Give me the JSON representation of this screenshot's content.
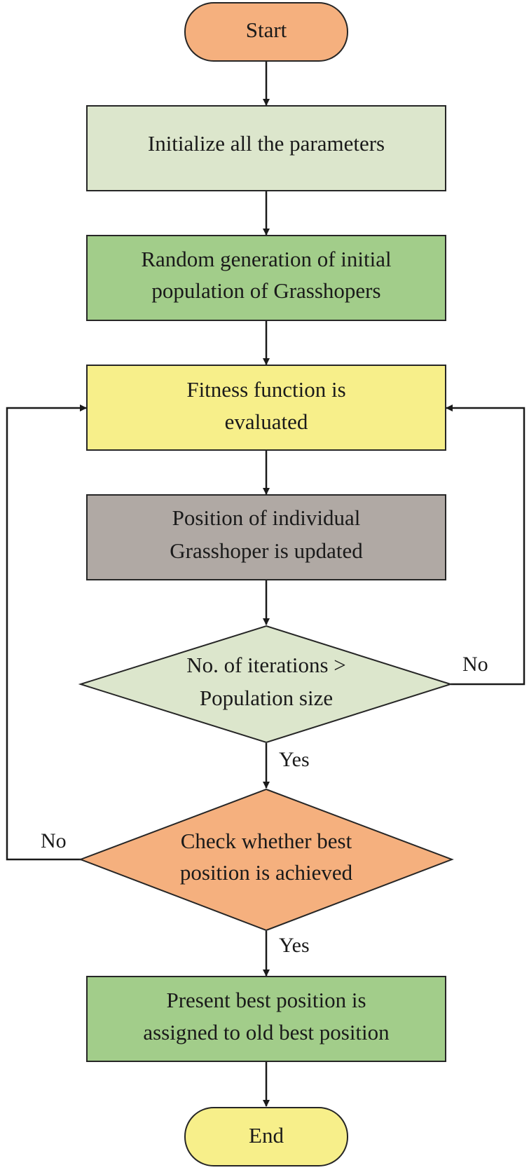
{
  "colors": {
    "start_fill": "#f5b07e",
    "init_fill": "#dce6cc",
    "random_fill": "#a2cd8a",
    "fitness_fill": "#f7ef8a",
    "position_fill": "#b0a9a4",
    "iterations_fill": "#dce6cc",
    "check_fill": "#f5b07e",
    "present_fill": "#a2cd8a",
    "end_fill": "#f7ef8a",
    "line": "#1a1a1a"
  },
  "nodes": {
    "start": {
      "shape": "terminal",
      "lines": [
        "Start"
      ]
    },
    "init": {
      "shape": "process",
      "lines": [
        "Initialize all the parameters"
      ]
    },
    "random": {
      "shape": "process",
      "lines": [
        "Random generation of initial",
        "population of Grasshopers"
      ]
    },
    "fitness": {
      "shape": "process",
      "lines": [
        "Fitness function is",
        "evaluated"
      ]
    },
    "position": {
      "shape": "process",
      "lines": [
        "Position of individual",
        "Grasshoper is updated"
      ]
    },
    "iterations": {
      "shape": "decision",
      "lines": [
        "No. of iterations >",
        "Population size"
      ]
    },
    "check": {
      "shape": "decision",
      "lines": [
        "Check whether best",
        "position is achieved"
      ]
    },
    "present": {
      "shape": "process",
      "lines": [
        "Present best position is",
        "assigned to old best position"
      ]
    },
    "end": {
      "shape": "terminal",
      "lines": [
        "End"
      ]
    }
  },
  "edges": [
    {
      "from": "start",
      "to": "init",
      "label": ""
    },
    {
      "from": "init",
      "to": "random",
      "label": ""
    },
    {
      "from": "random",
      "to": "fitness",
      "label": ""
    },
    {
      "from": "fitness",
      "to": "position",
      "label": ""
    },
    {
      "from": "position",
      "to": "iterations",
      "label": ""
    },
    {
      "from": "iterations",
      "to": "check",
      "label": "Yes"
    },
    {
      "from": "iterations",
      "to": "fitness",
      "label": "No"
    },
    {
      "from": "check",
      "to": "present",
      "label": "Yes"
    },
    {
      "from": "check",
      "to": "fitness",
      "label": "No"
    },
    {
      "from": "present",
      "to": "end",
      "label": ""
    }
  ]
}
